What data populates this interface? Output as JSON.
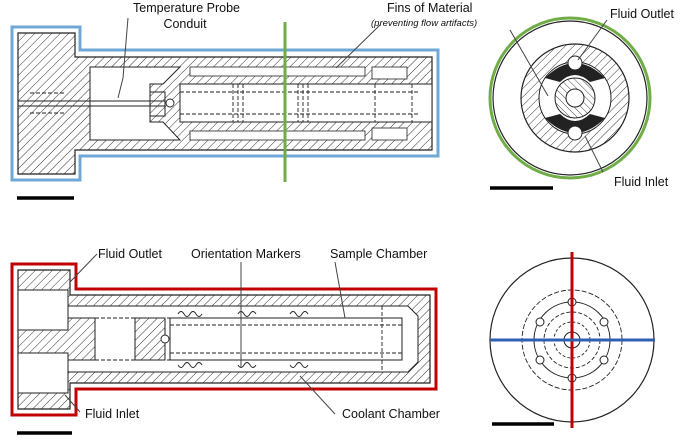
{
  "labels": {
    "temperature_probe_line1": "Temperature Probe",
    "temperature_probe_line2": "Conduit",
    "fins_of_material": "Fins of Material",
    "fins_note": "(preventing flow artifacts)",
    "fluid_outlet_top": "Fluid Outlet",
    "fluid_inlet_top": "Fluid Inlet",
    "fluid_outlet_bottom": "Fluid Outlet",
    "orientation_markers": "Orientation Markers",
    "sample_chamber": "Sample Chamber",
    "fluid_inlet_bottom": "Fluid Inlet",
    "coolant_chamber": "Coolant Chamber"
  },
  "colors": {
    "outline_blue": "#6fa8d6",
    "outline_green": "#70ad47",
    "outline_red": "#c00000",
    "axis_blue": "#2f5fb3",
    "ink": "#1a1a1a"
  }
}
